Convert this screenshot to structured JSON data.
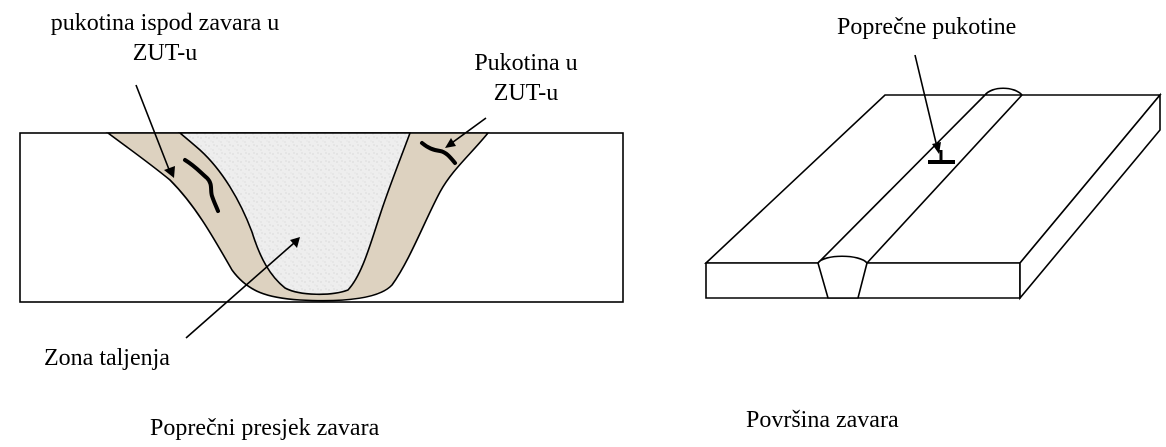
{
  "labels": {
    "crack_under_weld": "pukotina ispod zavara u",
    "crack_under_weld_2": "ZUT-u",
    "crack_in_haz": "Pukotina u",
    "crack_in_haz_2": "ZUT-u",
    "fusion_zone": "Zona taljenja",
    "cross_section_title": "Poprečni presjek zavara",
    "transverse_cracks": "Poprečne pukotine",
    "surface_title": "Površina zavara"
  },
  "colors": {
    "line": "#000000",
    "haz_fill": "#ddd2c0",
    "fusion_fill": "#eeeeee",
    "background": "#ffffff"
  }
}
